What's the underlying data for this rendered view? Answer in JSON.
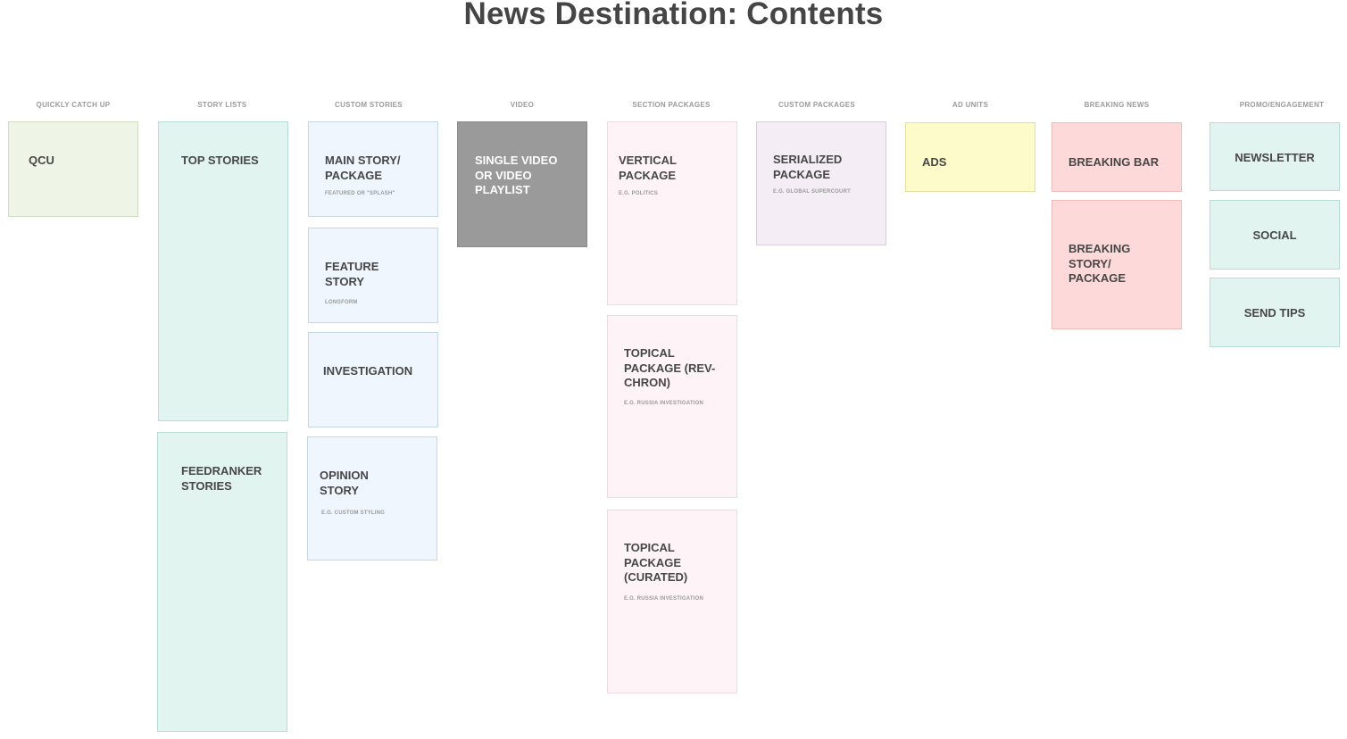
{
  "title": "News Destination: Contents",
  "columns": [
    "QUICKLY CATCH UP",
    "STORY LISTS",
    "CUSTOM STORIES",
    "VIDEO",
    "SECTION PACKAGES",
    "CUSTOM PACKAGES",
    "AD UNITS",
    "BREAKING NEWS",
    "PROMO/ENGAGEMENT"
  ],
  "cards": {
    "qcu": {
      "label": "QCU"
    },
    "top_stories": {
      "label": "TOP STORIES"
    },
    "feedranker": {
      "label": "FEEDRANKER STORIES"
    },
    "main_story": {
      "label": "MAIN STORY/ PACKAGE",
      "sub": "FEATURED OR \"SPLASH\""
    },
    "feature_story": {
      "label": "FEATURE STORY",
      "sub": "LONGFORM"
    },
    "investigation": {
      "label": "INVESTIGATION"
    },
    "opinion_story": {
      "label": "OPINION STORY",
      "sub": "E.G. CUSTOM STYLING"
    },
    "single_video": {
      "label": "SINGLE VIDEO OR VIDEO PLAYLIST"
    },
    "vertical_package": {
      "label": "VERTICAL PACKAGE",
      "sub": "E.G. POLITICS"
    },
    "topical_revchron": {
      "label": "TOPICAL PACKAGE (REV-CHRON)",
      "sub": "E.G. RUSSIA INVESTIGATION"
    },
    "topical_curated": {
      "label": "TOPICAL PACKAGE (CURATED)",
      "sub": "E.G. RUSSIA INVESTIGATION"
    },
    "serialized_package": {
      "label": "SERIALIZED PACKAGE",
      "sub": "E.G. GLOBAL SUPERCOURT"
    },
    "ads": {
      "label": "ADS"
    },
    "breaking_bar": {
      "label": "BREAKING BAR"
    },
    "breaking_story": {
      "label": "BREAKING STORY/ PACKAGE"
    },
    "newsletter": {
      "label": "NEWSLETTER"
    },
    "social": {
      "label": "SOCIAL"
    },
    "send_tips": {
      "label": "SEND TIPS"
    }
  },
  "colors": {
    "green": "#eef5e6",
    "teal": "#e2f4f0",
    "blue": "#eff6fe",
    "gray": "#9a9a9a",
    "pink": "#fef4f7",
    "lavender": "#f4edf5",
    "yellow": "#fdfbc9",
    "red": "#fdd9d9"
  }
}
